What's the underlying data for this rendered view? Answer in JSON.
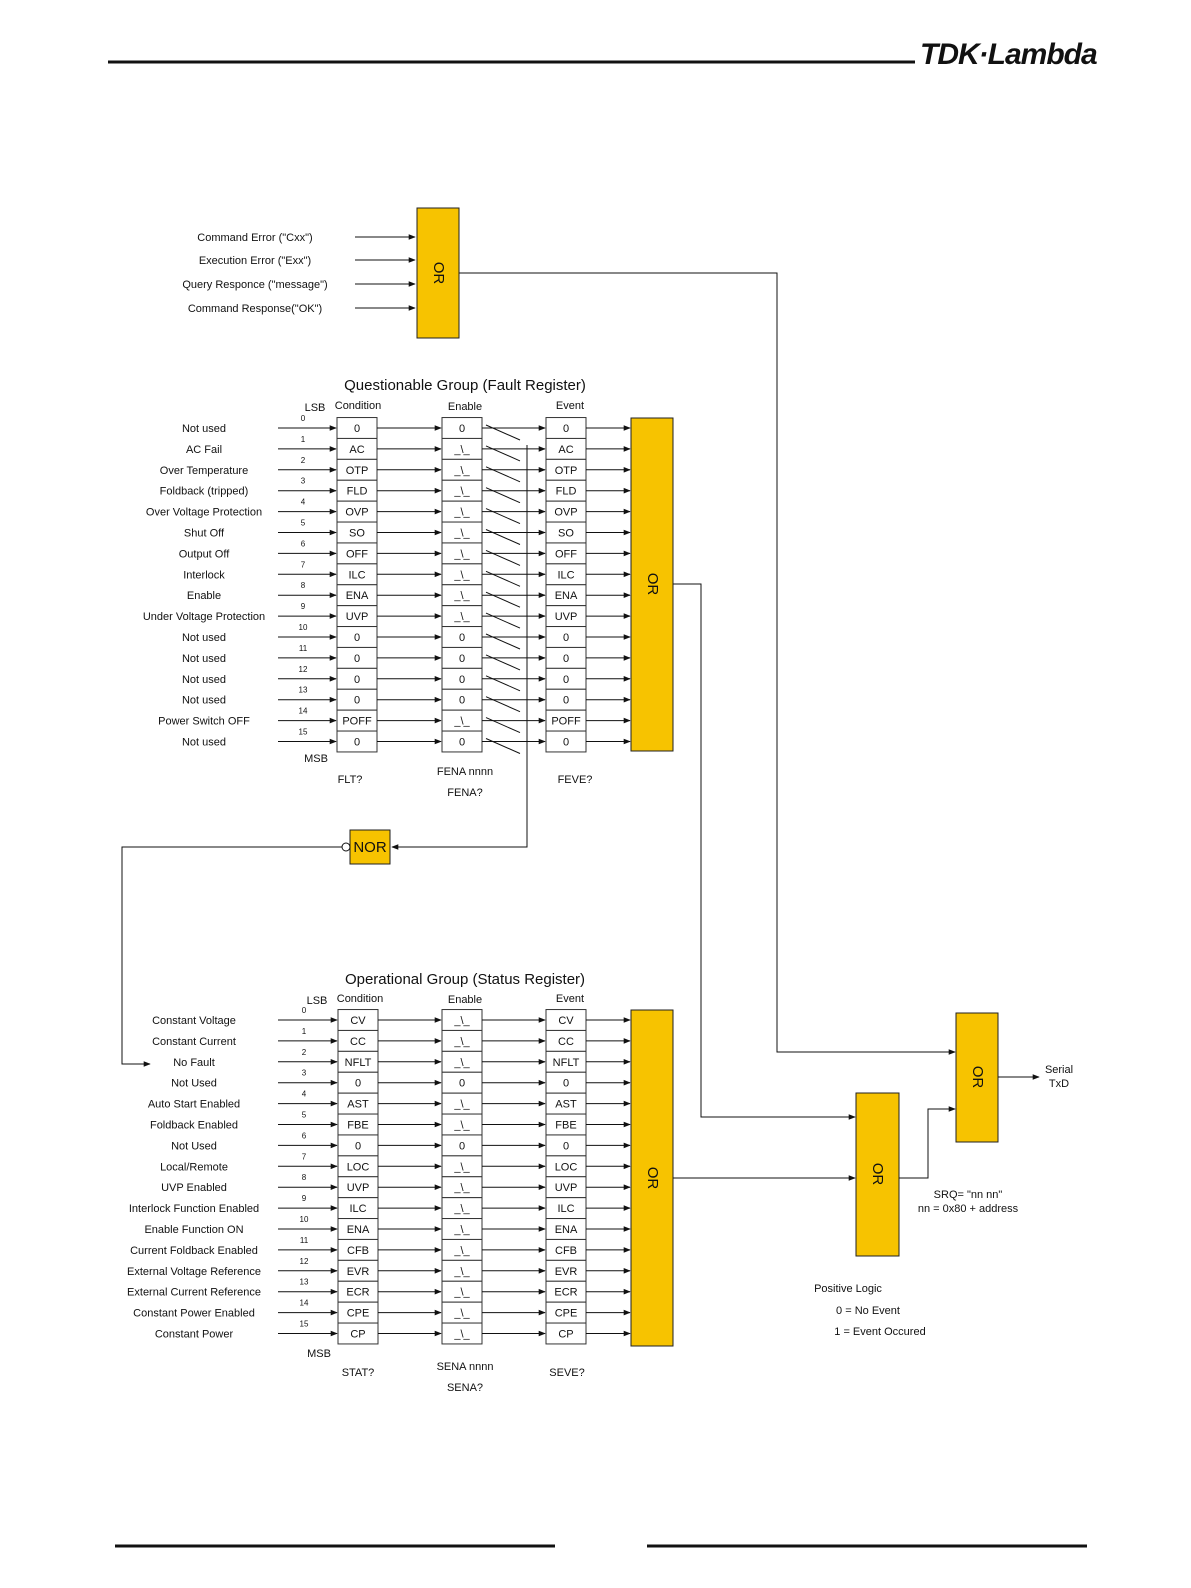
{
  "brand": {
    "logo_text": "TDK·Lambda"
  },
  "top_or": {
    "inputs": [
      "Command Error  (\"Cxx\")",
      "Execution Error (\"Exx\")",
      "Query Responce (\"message\")",
      "Command Response(\"OK\")"
    ],
    "gate_label": "OR"
  },
  "questionable": {
    "title": "Questionable Group (Fault Register)",
    "lsb": "LSB",
    "msb": "MSB",
    "col_condition": "Condition",
    "col_enable": "Enable",
    "col_event": "Event",
    "gate_label": "OR",
    "cmd_condition": "FLT?",
    "cmd_enable_set": "FENA nnnn",
    "cmd_enable_query": "FENA?",
    "cmd_event": "FEVE?",
    "bits": [
      {
        "n": "0",
        "label": "Not used",
        "cond": "0",
        "en": "0",
        "ev": "0"
      },
      {
        "n": "1",
        "label": "AC Fail",
        "cond": "AC",
        "en": "_\\_",
        "ev": "AC"
      },
      {
        "n": "2",
        "label": "Over Temperature",
        "cond": "OTP",
        "en": "_\\_",
        "ev": "OTP"
      },
      {
        "n": "3",
        "label": "Foldback (tripped)",
        "cond": "FLD",
        "en": "_\\_",
        "ev": "FLD"
      },
      {
        "n": "4",
        "label": "Over Voltage Protection",
        "cond": "OVP",
        "en": "_\\_",
        "ev": "OVP"
      },
      {
        "n": "5",
        "label": "Shut Off",
        "cond": "SO",
        "en": "_\\_",
        "ev": "SO"
      },
      {
        "n": "6",
        "label": "Output Off",
        "cond": "OFF",
        "en": "_\\_",
        "ev": "OFF"
      },
      {
        "n": "7",
        "label": "Interlock",
        "cond": "ILC",
        "en": "_\\_",
        "ev": "ILC"
      },
      {
        "n": "8",
        "label": "Enable",
        "cond": "ENA",
        "en": "_\\_",
        "ev": "ENA"
      },
      {
        "n": "9",
        "label": "Under Voltage Protection",
        "cond": "UVP",
        "en": "_\\_",
        "ev": "UVP"
      },
      {
        "n": "10",
        "label": "Not used",
        "cond": "0",
        "en": "0",
        "ev": "0"
      },
      {
        "n": "11",
        "label": "Not used",
        "cond": "0",
        "en": "0",
        "ev": "0"
      },
      {
        "n": "12",
        "label": "Not used",
        "cond": "0",
        "en": "0",
        "ev": "0"
      },
      {
        "n": "13",
        "label": "Not used",
        "cond": "0",
        "en": "0",
        "ev": "0"
      },
      {
        "n": "14",
        "label": "Power Switch OFF",
        "cond": "POFF",
        "en": "_\\_",
        "ev": "POFF"
      },
      {
        "n": "15",
        "label": "Not used",
        "cond": "0",
        "en": "0",
        "ev": "0"
      }
    ]
  },
  "nor_gate": {
    "label": "NOR"
  },
  "operational": {
    "title": "Operational Group (Status Register)",
    "lsb": "LSB",
    "msb": "MSB",
    "col_condition": "Condition",
    "col_enable": "Enable",
    "col_event": "Event",
    "gate_label": "OR",
    "cmd_condition": "STAT?",
    "cmd_enable_set": "SENA nnnn",
    "cmd_enable_query": "SENA?",
    "cmd_event": "SEVE?",
    "bits": [
      {
        "n": "0",
        "label": "Constant Voltage",
        "cond": "CV",
        "en": "_\\_",
        "ev": "CV"
      },
      {
        "n": "1",
        "label": "Constant Current",
        "cond": "CC",
        "en": "_\\_",
        "ev": "CC"
      },
      {
        "n": "2",
        "label": "No Fault",
        "cond": "NFLT",
        "en": "_\\_",
        "ev": "NFLT"
      },
      {
        "n": "3",
        "label": "Not Used",
        "cond": "0",
        "en": "0",
        "ev": "0"
      },
      {
        "n": "4",
        "label": "Auto Start Enabled",
        "cond": "AST",
        "en": "_\\_",
        "ev": "AST"
      },
      {
        "n": "5",
        "label": "Foldback Enabled",
        "cond": "FBE",
        "en": "_\\_",
        "ev": "FBE"
      },
      {
        "n": "6",
        "label": "Not Used",
        "cond": "0",
        "en": "0",
        "ev": "0"
      },
      {
        "n": "7",
        "label": "Local/Remote",
        "cond": "LOC",
        "en": "_\\_",
        "ev": "LOC"
      },
      {
        "n": "8",
        "label": "UVP Enabled",
        "cond": "UVP",
        "en": "_\\_",
        "ev": "UVP"
      },
      {
        "n": "9",
        "label": "Interlock Function Enabled",
        "cond": "ILC",
        "en": "_\\_",
        "ev": "ILC"
      },
      {
        "n": "10",
        "label": "Enable Function ON",
        "cond": "ENA",
        "en": "_\\_",
        "ev": "ENA"
      },
      {
        "n": "11",
        "label": "Current Foldback Enabled",
        "cond": "CFB",
        "en": "_\\_",
        "ev": "CFB"
      },
      {
        "n": "12",
        "label": "External Voltage Reference",
        "cond": "EVR",
        "en": "_\\_",
        "ev": "EVR"
      },
      {
        "n": "13",
        "label": "External Current Reference",
        "cond": "ECR",
        "en": "_\\_",
        "ev": "ECR"
      },
      {
        "n": "14",
        "label": "Constant Power Enabled",
        "cond": "CPE",
        "en": "_\\_",
        "ev": "CPE"
      },
      {
        "n": "15",
        "label": "Constant Power",
        "cond": "CP",
        "en": "_\\_",
        "ev": "CP"
      }
    ]
  },
  "srq_or": {
    "label": "OR",
    "note_line1": "SRQ= \"nn nn\"",
    "note_line2": "nn = 0x80 + address"
  },
  "final_or": {
    "label": "OR",
    "output_line1": "Serial",
    "output_line2": "TxD"
  },
  "legend": {
    "title": "Positive Logic",
    "line1": "0 = No Event",
    "line2": "1 = Event Occured"
  },
  "colors": {
    "gate_fill": "#F7C300",
    "line": "#111111",
    "cell_border": "#333333"
  }
}
